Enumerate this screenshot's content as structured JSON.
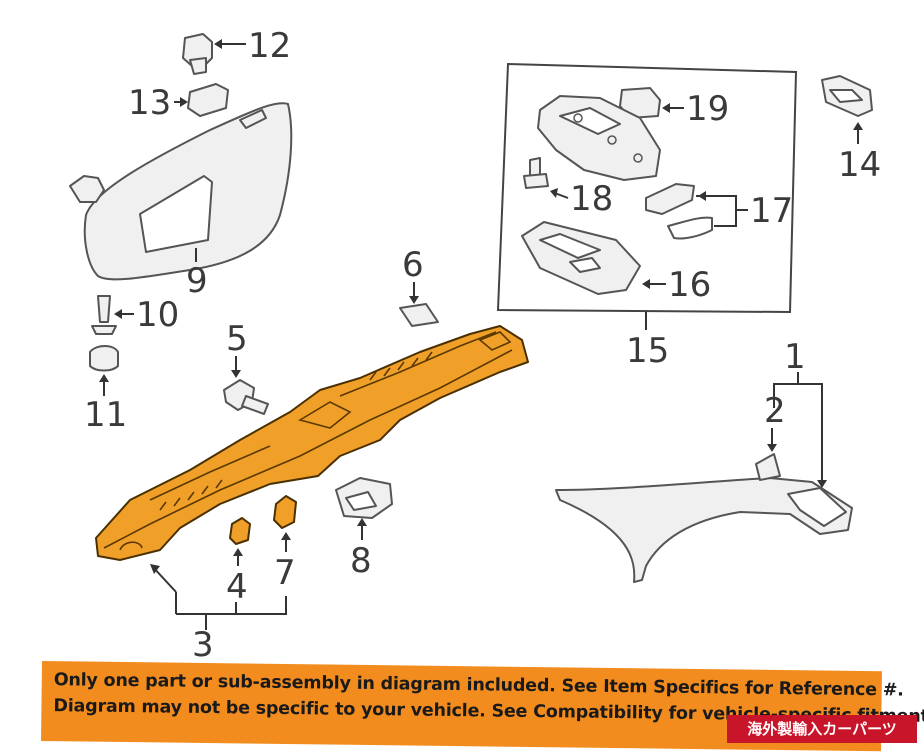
{
  "diagram": {
    "callouts": {
      "c1": "1",
      "c2": "2",
      "c3": "3",
      "c4": "4",
      "c5": "5",
      "c6": "6",
      "c7": "7",
      "c8": "8",
      "c9": "9",
      "c10": "10",
      "c11": "11",
      "c12": "12",
      "c13": "13",
      "c14": "14",
      "c15": "15",
      "c16": "16",
      "c17": "17",
      "c18": "18",
      "c19": "19"
    },
    "highlight_color": "#f0a028",
    "outline_color": "#555555"
  },
  "disclaimer": {
    "line1": "Only one part or sub-assembly in diagram included. See Item Specifics for Reference #.",
    "line2": "Diagram may not be specific to your vehicle. See Compatibility for vehicle-specific fitment.",
    "background": "#f28c1e"
  },
  "badge": {
    "label": "海外製輸入カーパーツ",
    "background": "#c8152a"
  }
}
